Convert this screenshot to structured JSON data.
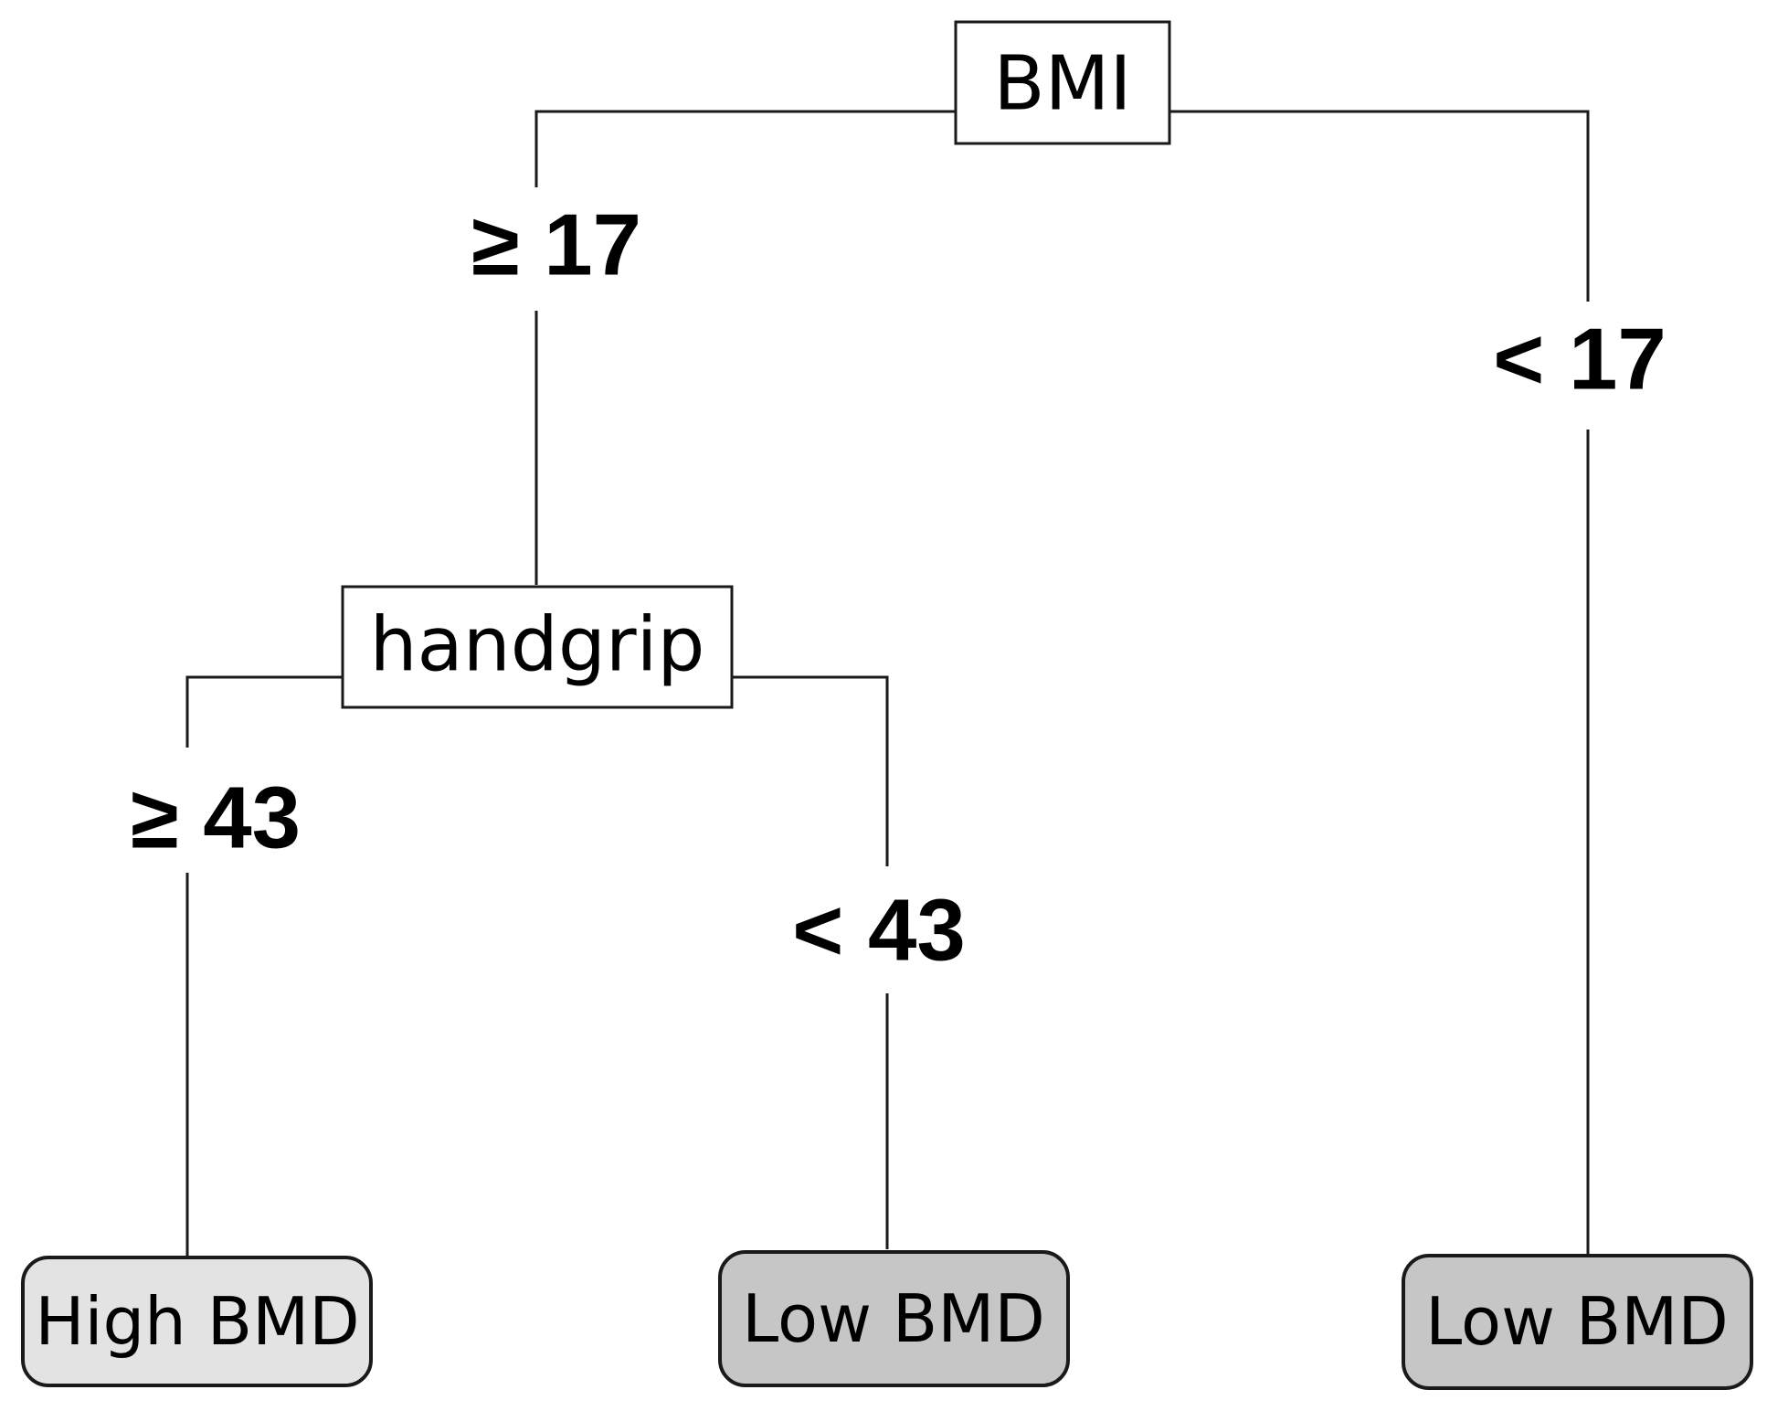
{
  "diagram": {
    "type": "decision-tree",
    "root": {
      "label": "BMI",
      "branches": [
        {
          "condition": "≥ 17",
          "child": {
            "label": "handgrip",
            "branches": [
              {
                "condition": "≥ 43",
                "leaf": "High BMD",
                "leaf_fill": "#e3e3e3"
              },
              {
                "condition": "< 43",
                "leaf": "Low BMD",
                "leaf_fill": "#c6c6c6"
              }
            ]
          }
        },
        {
          "condition": "< 17",
          "leaf": "Low BMD",
          "leaf_fill": "#c6c6c6"
        }
      ]
    }
  },
  "colors": {
    "line": "#1a1a1a",
    "split_fill": "#ffffff",
    "high_leaf_fill": "#e3e3e3",
    "low_leaf_fill": "#c6c6c6"
  }
}
